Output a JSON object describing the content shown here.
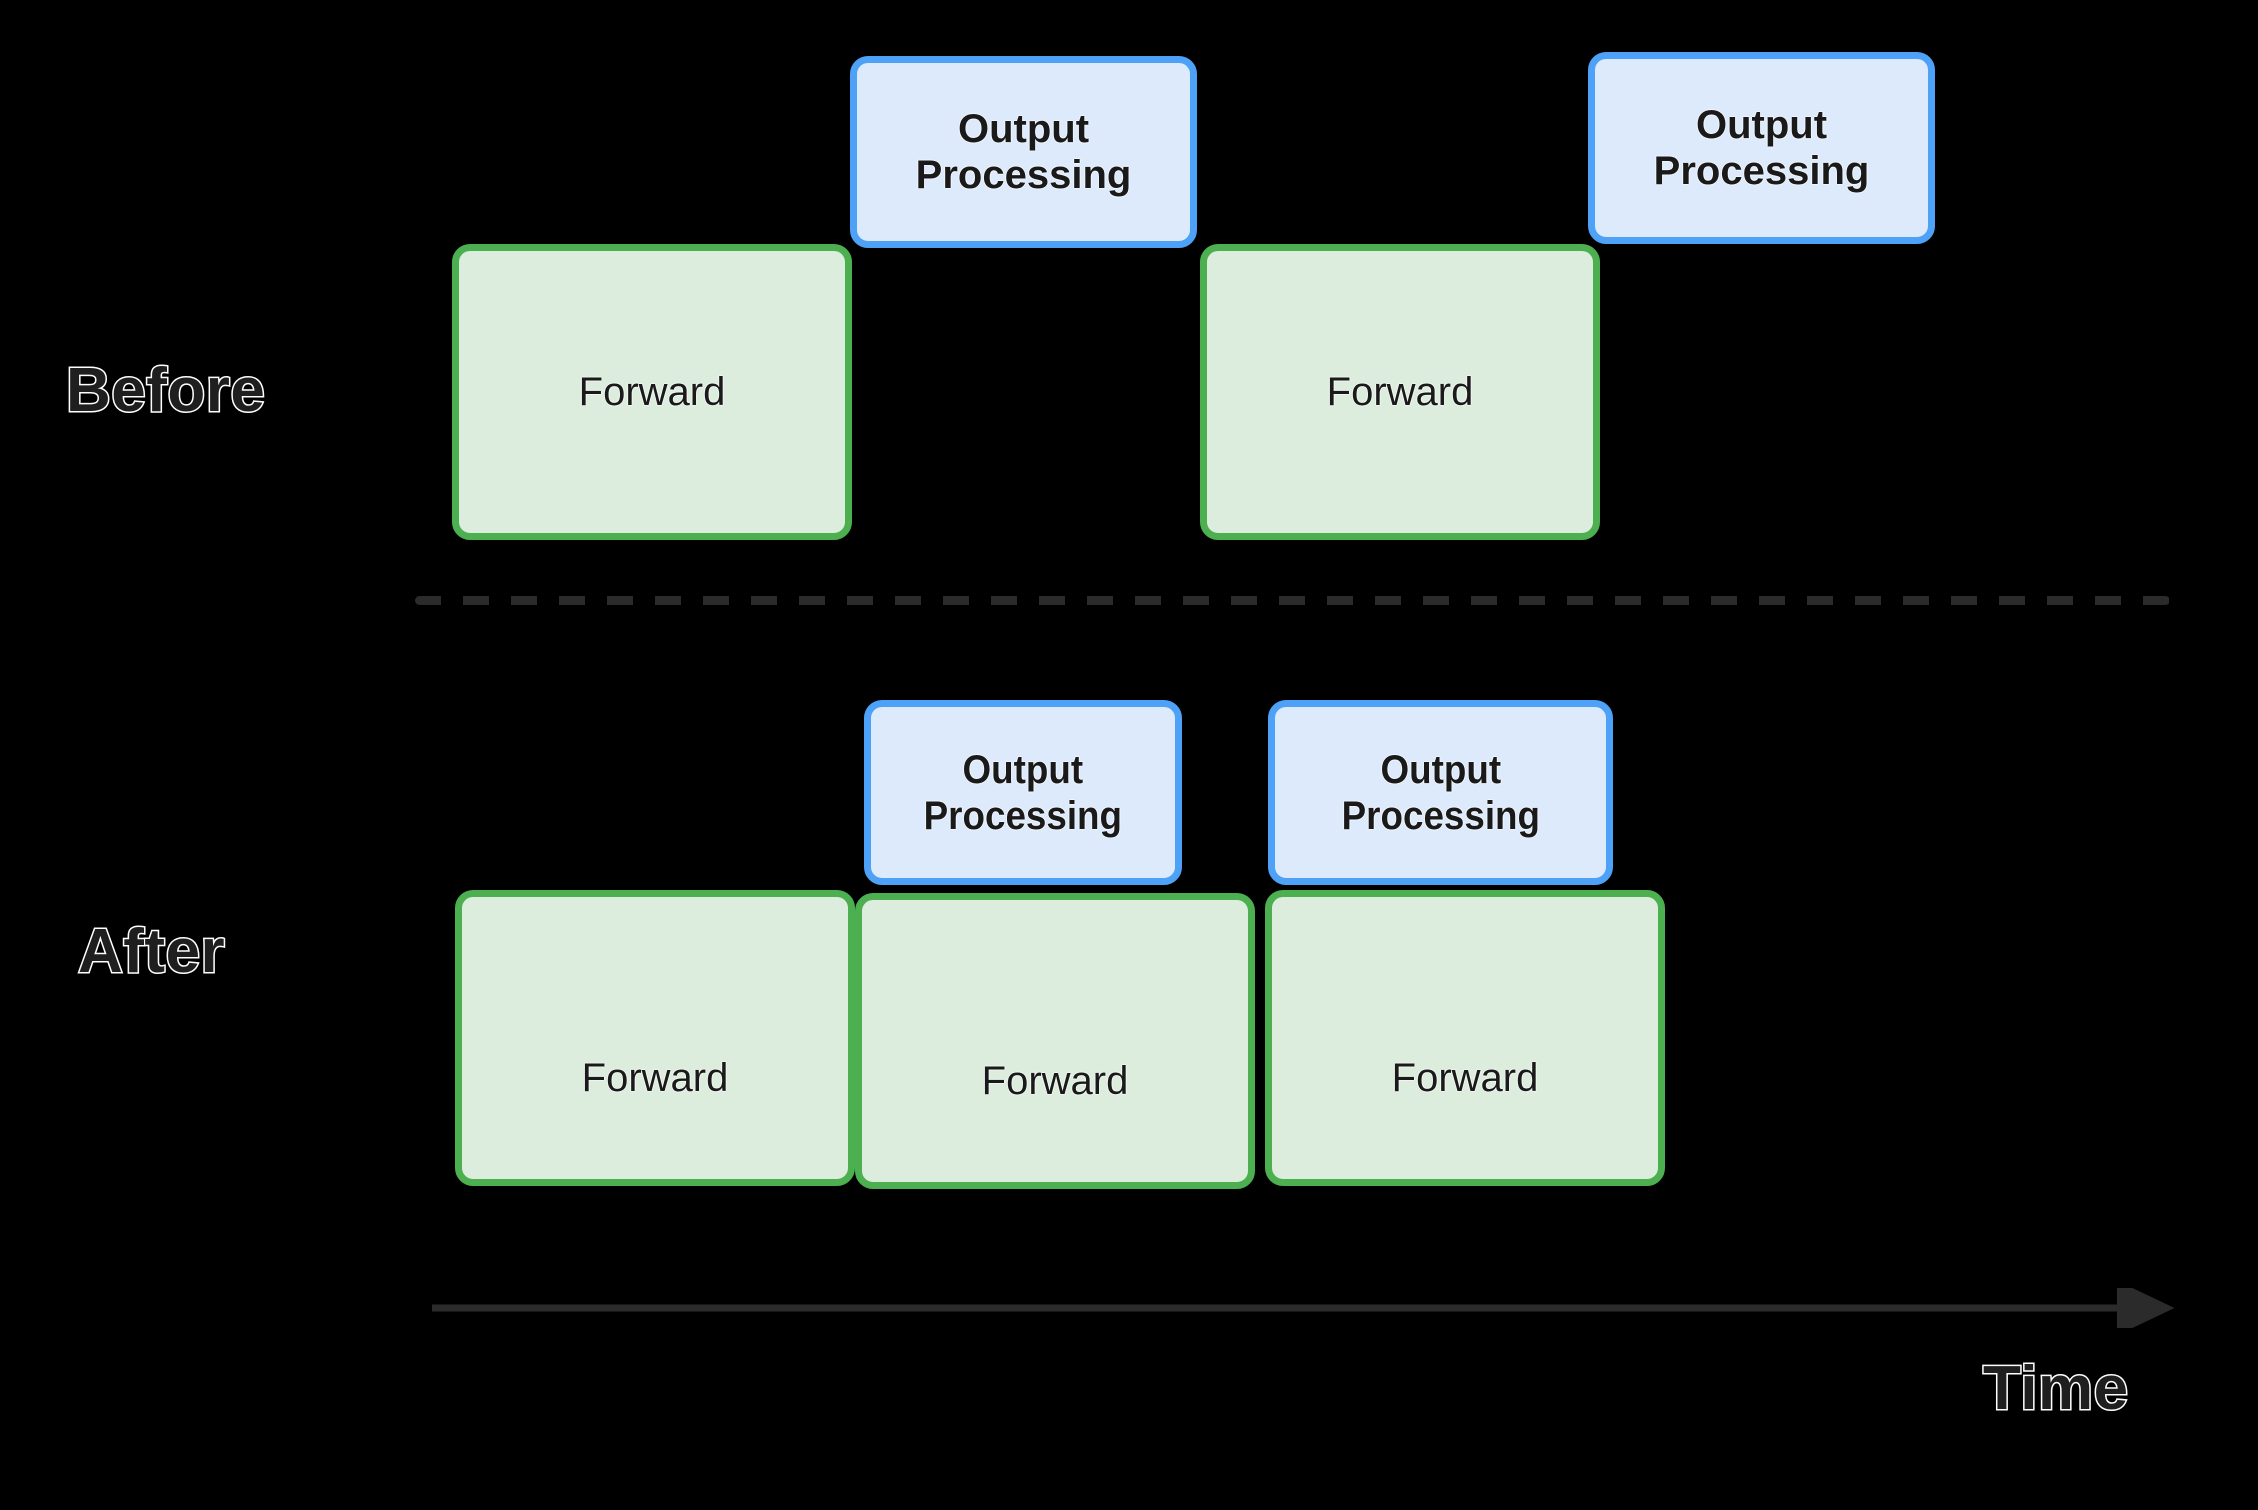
{
  "diagram": {
    "title": "Before and After output processing overlap timeline",
    "background_color": "#000000",
    "labels": {
      "before": "Before",
      "after": "After",
      "time": "Time"
    },
    "colors": {
      "forward_fill": "#dcecdd",
      "forward_border": "#4caf50",
      "output_fill": "#ddeafb",
      "output_border": "#4da2f7",
      "text": "#1a1a1a",
      "label_stroke": "#ffffff",
      "divider": "#2b2b2b",
      "axis": "#2b2b2b"
    },
    "before": {
      "forward_blocks": [
        {
          "label": "Forward"
        },
        {
          "label": "Forward"
        }
      ],
      "output_blocks": [
        {
          "line1": "Output",
          "line2": "Processing"
        },
        {
          "line1": "Output",
          "line2": "Processing"
        }
      ]
    },
    "after": {
      "forward_blocks": [
        {
          "label": "Forward"
        },
        {
          "label": "Forward"
        },
        {
          "label": "Forward"
        }
      ],
      "output_blocks": [
        {
          "line1": "Output",
          "line2": "Processing"
        },
        {
          "line1": "Output",
          "line2": "Processing"
        }
      ]
    },
    "axis": {
      "label": "Time",
      "direction": "left-to-right"
    }
  }
}
